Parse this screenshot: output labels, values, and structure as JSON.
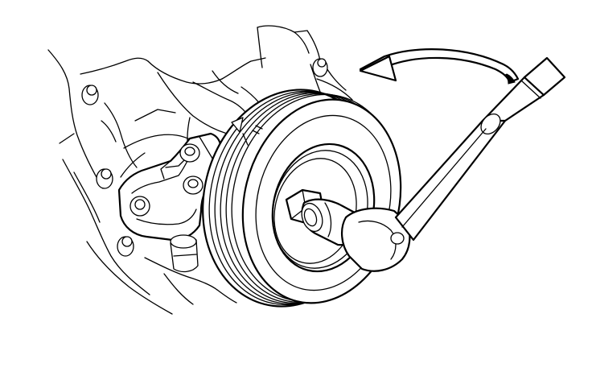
{
  "figure": {
    "background": "#ffffff",
    "line_color": "#000000",
    "parts": [
      "engine-block",
      "timing-cover",
      "engine-mount-bracket",
      "crankshaft-pulley",
      "timing-mark",
      "pulley-bolt",
      "socket",
      "ratchet-handle",
      "rotation-arrow"
    ]
  }
}
